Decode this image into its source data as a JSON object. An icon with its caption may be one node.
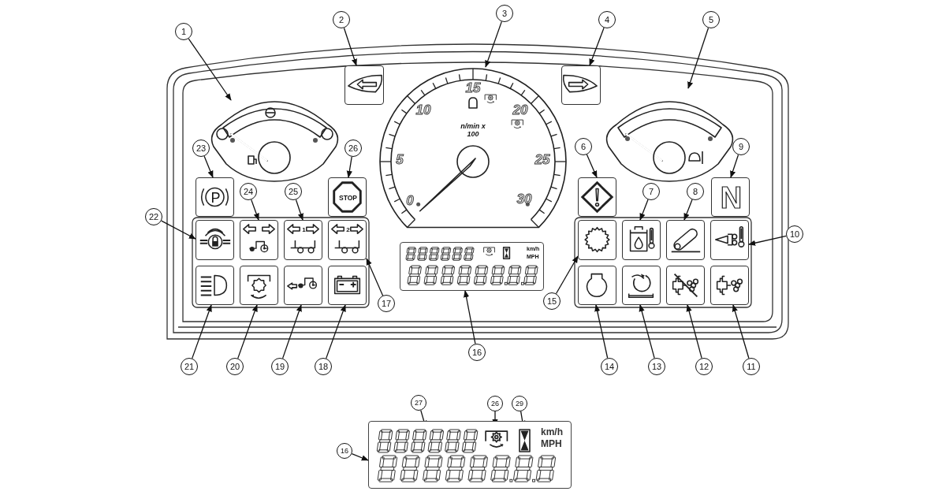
{
  "diagram": {
    "nodes": [
      {
        "text": [
          "1"
        ]
      },
      {
        "text": [
          "2"
        ]
      },
      {
        "text": [
          "3"
        ]
      },
      {
        "text": [
          "4"
        ]
      },
      {
        "text": [
          "5"
        ]
      },
      {
        "text": [
          "6"
        ]
      },
      {
        "text": [
          "7"
        ]
      },
      {
        "text": [
          "8"
        ]
      },
      {
        "text": [
          "9"
        ]
      },
      {
        "text": [
          "10"
        ]
      },
      {
        "text": [
          "11"
        ]
      },
      {
        "text": [
          "12"
        ]
      },
      {
        "text": [
          "13"
        ]
      },
      {
        "text": [
          "14"
        ]
      },
      {
        "text": [
          "15"
        ]
      },
      {
        "text": [
          "16"
        ]
      },
      {
        "text": [
          "17"
        ]
      },
      {
        "text": [
          "18"
        ]
      },
      {
        "text": [
          "19"
        ]
      },
      {
        "text": [
          "20"
        ]
      },
      {
        "text": [
          "21"
        ]
      },
      {
        "text": [
          "22"
        ]
      },
      {
        "text": [
          "23"
        ]
      },
      {
        "text": [
          "24"
        ]
      },
      {
        "text": [
          "25"
        ]
      },
      {
        "text": [
          "26"
        ]
      },
      {
        "text": [
          "16"
        ]
      },
      {
        "text": [
          "27"
        ]
      },
      {
        "text": [
          "26"
        ]
      },
      {
        "text": [
          "29"
        ]
      },
      {
        "text": [],
        "shape": "picture"
      },
      {
        "text": [],
        "shape": "picture"
      },
      {
        "text": [
          "n/min x 100"
        ]
      },
      {
        "text": [],
        "shape": "picture"
      },
      {
        "text": [],
        "shape": "picture"
      },
      {
        "text": [],
        "shape": "picture"
      },
      {
        "text": [],
        "shape": "picture"
      },
      {
        "text": [],
        "shape": "picture"
      },
      {
        "text": [
          "N"
        ]
      },
      {
        "text": [],
        "shape": "picture"
      },
      {
        "text": [],
        "shape": "picture"
      },
      {
        "text": [],
        "shape": "picture"
      },
      {
        "text": [],
        "shape": "picture"
      },
      {
        "text": [],
        "shape": "picture"
      },
      {
        "text": [],
        "shape": "picture"
      },
      {
        "text": [
          "km/h",
          "MPH"
        ]
      },
      {
        "text": [
          "2"
        ]
      },
      {
        "text": [],
        "shape": "picture"
      },
      {
        "text": [],
        "shape": "picture"
      },
      {
        "text": [],
        "shape": "picture"
      },
      {
        "text": [],
        "shape": "picture"
      },
      {
        "text": [],
        "shape": "picture"
      },
      {
        "text": [
          "P"
        ]
      },
      {
        "text": [],
        "shape": "picture"
      },
      {
        "text": [
          "1"
        ]
      },
      {
        "text": [
          "STOP"
        ]
      },
      {
        "text": [
          "km/h",
          "MPH"
        ]
      },
      {
        "text": [],
        "shape": "picture",
        "in": 56
      },
      {
        "text": [],
        "shape": "picture",
        "in": 56
      },
      {
        "text": [],
        "shape": "picture",
        "in": 56
      }
    ],
    "edges": [
      {
        "from": 0,
        "to": 30,
        "arrow": "to"
      },
      {
        "from": 1,
        "to": 31,
        "arrow": "to"
      },
      {
        "from": 2,
        "to": 32,
        "arrow": "to"
      },
      {
        "from": 3,
        "to": 33,
        "arrow": "to"
      },
      {
        "from": 4,
        "to": 34,
        "arrow": "to"
      },
      {
        "from": 5,
        "to": 35,
        "arrow": "to"
      },
      {
        "from": 6,
        "to": 36,
        "arrow": "to"
      },
      {
        "from": 7,
        "to": 37,
        "arrow": "to"
      },
      {
        "from": 8,
        "to": 38,
        "arrow": "to"
      },
      {
        "from": 9,
        "to": 39,
        "arrow": "to"
      },
      {
        "from": 10,
        "to": 40,
        "arrow": "to"
      },
      {
        "from": 11,
        "to": 41,
        "arrow": "to"
      },
      {
        "from": 12,
        "to": 42,
        "arrow": "to"
      },
      {
        "from": 13,
        "to": 43,
        "arrow": "to"
      },
      {
        "from": 14,
        "to": 44,
        "arrow": "to"
      },
      {
        "from": 15,
        "to": 45,
        "arrow": "to"
      },
      {
        "from": 16,
        "to": 46,
        "arrow": "to"
      },
      {
        "from": 17,
        "to": 47,
        "arrow": "to"
      },
      {
        "from": 18,
        "to": 48,
        "arrow": "to"
      },
      {
        "from": 19,
        "to": 49,
        "arrow": "to"
      },
      {
        "from": 20,
        "to": 50,
        "arrow": "to"
      },
      {
        "from": 21,
        "to": 51,
        "arrow": "to"
      },
      {
        "from": 22,
        "to": 52,
        "arrow": "to"
      },
      {
        "from": 23,
        "to": 53,
        "arrow": "to"
      },
      {
        "from": 24,
        "to": 54,
        "arrow": "to"
      },
      {
        "from": 25,
        "to": 55,
        "arrow": "to"
      },
      {
        "from": 26,
        "to": 56,
        "arrow": "to"
      },
      {
        "from": 27,
        "to": 57,
        "arrow": "to"
      },
      {
        "from": 28,
        "to": 58,
        "arrow": "to"
      },
      {
        "from": 29,
        "to": 59,
        "arrow": "to"
      }
    ],
    "labels": [
      "15",
      "10",
      "20",
      "5",
      "25",
      "0",
      "30"
    ]
  }
}
